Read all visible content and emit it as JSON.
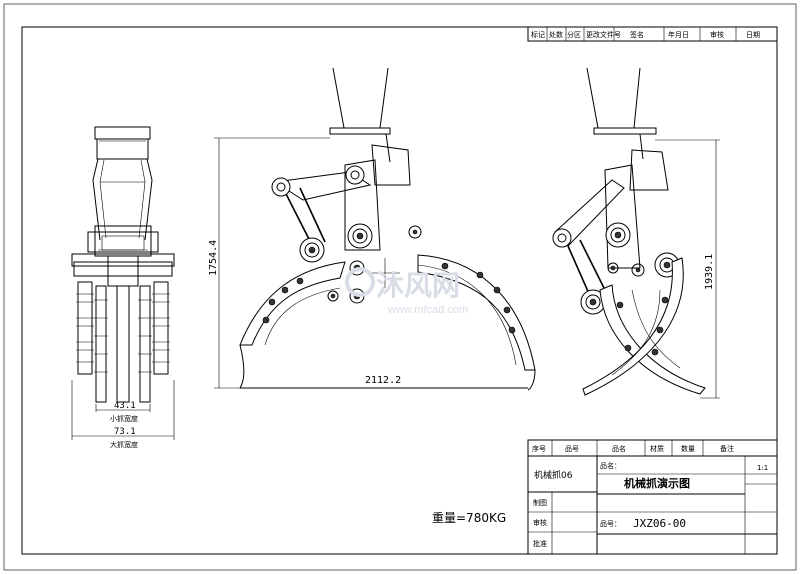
{
  "title_block_top": {
    "headers": [
      "标记",
      "处数",
      "分区",
      "更改文件号",
      "签名",
      "年月日",
      "审核",
      "日期"
    ]
  },
  "dimensions": {
    "front_height": "1754.4",
    "front_width": "2112.2",
    "side_height": "1939.1",
    "left_small_width": "43.1",
    "left_small_label": "小抓宽度",
    "left_large_width": "73.1",
    "left_large_label": "大抓宽度"
  },
  "weight_note": "重量=780KG",
  "watermark": {
    "text": "沐风网",
    "url": "www.mfcad.com"
  },
  "title_block": {
    "bom_headers": [
      "序号",
      "品号",
      "品名",
      "材质",
      "数量",
      "备注"
    ],
    "model_label": "机械抓06",
    "product_name_label": "品名：",
    "product_name": "机械抓演示图",
    "scale": "1:1",
    "drawn_label": "制图",
    "checked_label": "审核",
    "approved_label": "批准",
    "part_no_label": "品号：",
    "part_no": "JXZ06-00"
  }
}
